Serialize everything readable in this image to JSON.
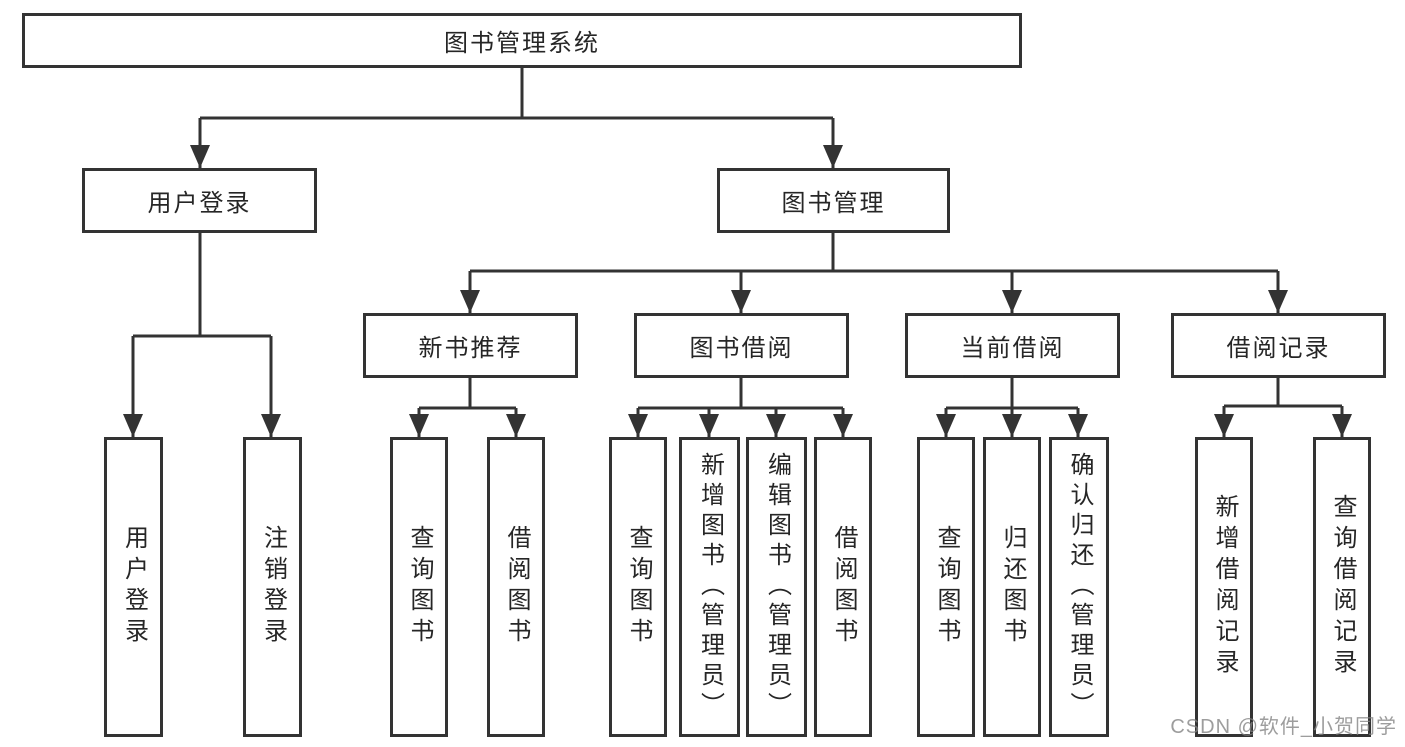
{
  "diagram": {
    "title": "图书管理系统",
    "level2": {
      "user_login": "用户登录",
      "book_mgmt": "图书管理"
    },
    "level3": {
      "new_book_rec": "新书推荐",
      "book_borrow": "图书借阅",
      "current_borrow": "当前借阅",
      "borrow_records": "借阅记录"
    },
    "leaves": {
      "login": "用户登录",
      "logout": "注销登录",
      "rec_query_book": "查询图书",
      "rec_borrow_book": "借阅图书",
      "bb_query_book": "查询图书",
      "bb_add_book_admin": "新增图书（管理员）",
      "bb_edit_book_admin": "编辑图书（管理员）",
      "bb_borrow_book": "借阅图书",
      "cb_query_book": "查询图书",
      "cb_return_book": "归还图书",
      "cb_confirm_return_admin": "确认归还（管理员）",
      "br_add_record": "新增借阅记录",
      "br_query_record": "查询借阅记录"
    }
  },
  "watermark": "CSDN @软件_小贺同学",
  "colors": {
    "line": "#333333",
    "text": "#262626",
    "watermark": "#828282",
    "background": "#ffffff"
  }
}
